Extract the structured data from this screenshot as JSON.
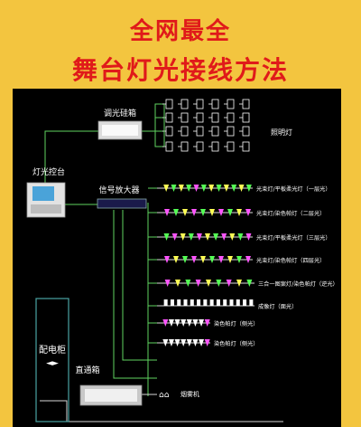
{
  "header": {
    "title_line1": "全网最全",
    "title_line2": "舞台灯光接线方法"
  },
  "diagram": {
    "dimmer_cabinet": "调光硅箱",
    "light_console": "灯光控台",
    "signal_amplifier": "信号放大器",
    "distribution_cabinet": "配电柜",
    "direct_box": "直通箱",
    "lighting_fixtures": "照明灯",
    "row_labels": [
      "光束灯/平板柔光灯（一层光）",
      "光束灯/染色帕灯（二层光）",
      "光束灯/平板柔光灯（三层光）",
      "光束灯/染色帕灯（四层光）",
      "三合一图案灯/染色帕灯（逆光）",
      "成像灯（面光）",
      "染色帕灯（侧光）",
      "染色帕灯（侧光）"
    ],
    "smoke_machine": "烟雾机"
  },
  "colors": {
    "background": "#f3c53f",
    "title": "#e01a1a",
    "panel": "#000000",
    "wire_green": "#5fd35f",
    "wire_white": "#d8d8d8"
  }
}
